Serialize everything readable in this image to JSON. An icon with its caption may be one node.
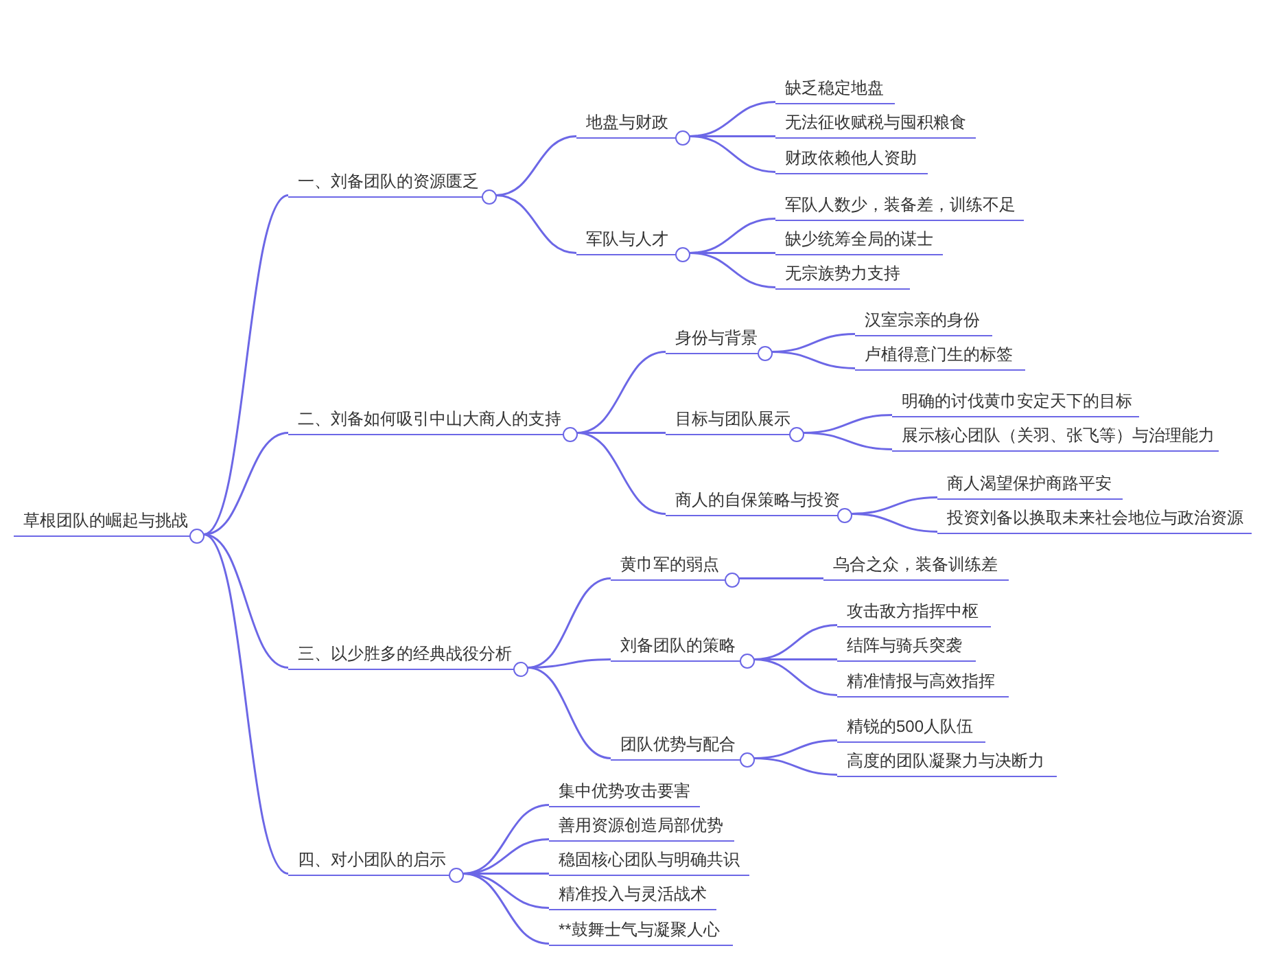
{
  "diagram": {
    "nodes": [
      {
        "text": [
          "草根团队的崛起与挑战"
        ]
      },
      {
        "text": [
          "一、刘备团队的资源匮乏"
        ]
      },
      {
        "text": [
          "地盘与财政"
        ]
      },
      {
        "text": [
          "缺乏稳定地盘"
        ]
      },
      {
        "text": [
          "无法征收赋税与囤积粮食"
        ]
      },
      {
        "text": [
          "财政依赖他人资助"
        ]
      },
      {
        "text": [
          "军队与人才"
        ]
      },
      {
        "text": [
          "军队人数少，装备差，训练不足"
        ]
      },
      {
        "text": [
          "缺少统筹全局的谋士"
        ]
      },
      {
        "text": [
          "无宗族势力支持"
        ]
      },
      {
        "text": [
          "二、刘备如何吸引中山大商人的支持"
        ]
      },
      {
        "text": [
          "身份与背景"
        ]
      },
      {
        "text": [
          "汉室宗亲的身份"
        ]
      },
      {
        "text": [
          "卢植得意门生的标签"
        ]
      },
      {
        "text": [
          "目标与团队展示"
        ]
      },
      {
        "text": [
          "明确的讨伐黄巾安定天下的目标"
        ]
      },
      {
        "text": [
          "展示核心团队（关羽、张飞等）与治理能力"
        ]
      },
      {
        "text": [
          "商人的自保策略与投资"
        ]
      },
      {
        "text": [
          "商人渴望保护商路平安"
        ]
      },
      {
        "text": [
          "投资刘备以换取未来社会地位与政治资源"
        ]
      },
      {
        "text": [
          "三、以少胜多的经典战役分析"
        ]
      },
      {
        "text": [
          "黄巾军的弱点"
        ]
      },
      {
        "text": [
          "乌合之众，装备训练差"
        ]
      },
      {
        "text": [
          "刘备团队的策略"
        ]
      },
      {
        "text": [
          "攻击敌方指挥中枢"
        ]
      },
      {
        "text": [
          "结阵与骑兵突袭"
        ]
      },
      {
        "text": [
          "精准情报与高效指挥"
        ]
      },
      {
        "text": [
          "团队优势与配合"
        ]
      },
      {
        "text": [
          "精锐的500人队伍"
        ]
      },
      {
        "text": [
          "高度的团队凝聚力与决断力"
        ]
      },
      {
        "text": [
          "四、对小团队的启示"
        ]
      },
      {
        "text": [
          "集中优势攻击要害"
        ]
      },
      {
        "text": [
          "善用资源创造局部优势"
        ]
      },
      {
        "text": [
          "稳固核心团队与明确共识"
        ]
      },
      {
        "text": [
          "精准投入与灵活战术"
        ]
      },
      {
        "text": [
          "**鼓舞士气与凝聚人心"
        ]
      }
    ],
    "edges": [
      {
        "from": 0,
        "to": 1,
        "arrow": "none"
      },
      {
        "from": 1,
        "to": 2,
        "arrow": "none"
      },
      {
        "from": 2,
        "to": 3,
        "arrow": "none"
      },
      {
        "from": 2,
        "to": 4,
        "arrow": "none"
      },
      {
        "from": 2,
        "to": 5,
        "arrow": "none"
      },
      {
        "from": 1,
        "to": 6,
        "arrow": "none"
      },
      {
        "from": 6,
        "to": 7,
        "arrow": "none"
      },
      {
        "from": 6,
        "to": 8,
        "arrow": "none"
      },
      {
        "from": 6,
        "to": 9,
        "arrow": "none"
      },
      {
        "from": 0,
        "to": 10,
        "arrow": "none"
      },
      {
        "from": 10,
        "to": 11,
        "arrow": "none"
      },
      {
        "from": 11,
        "to": 12,
        "arrow": "none"
      },
      {
        "from": 11,
        "to": 13,
        "arrow": "none"
      },
      {
        "from": 10,
        "to": 14,
        "arrow": "none"
      },
      {
        "from": 14,
        "to": 15,
        "arrow": "none"
      },
      {
        "from": 14,
        "to": 16,
        "arrow": "none"
      },
      {
        "from": 10,
        "to": 17,
        "arrow": "none"
      },
      {
        "from": 17,
        "to": 18,
        "arrow": "none"
      },
      {
        "from": 17,
        "to": 19,
        "arrow": "none"
      },
      {
        "from": 0,
        "to": 20,
        "arrow": "none"
      },
      {
        "from": 20,
        "to": 21,
        "arrow": "none"
      },
      {
        "from": 21,
        "to": 22,
        "arrow": "none"
      },
      {
        "from": 20,
        "to": 23,
        "arrow": "none"
      },
      {
        "from": 23,
        "to": 24,
        "arrow": "none"
      },
      {
        "from": 23,
        "to": 25,
        "arrow": "none"
      },
      {
        "from": 23,
        "to": 26,
        "arrow": "none"
      },
      {
        "from": 20,
        "to": 27,
        "arrow": "none"
      },
      {
        "from": 27,
        "to": 28,
        "arrow": "none"
      },
      {
        "from": 27,
        "to": 29,
        "arrow": "none"
      },
      {
        "from": 0,
        "to": 30,
        "arrow": "none"
      },
      {
        "from": 30,
        "to": 31,
        "arrow": "none"
      },
      {
        "from": 30,
        "to": 32,
        "arrow": "none"
      },
      {
        "from": 30,
        "to": 33,
        "arrow": "none"
      },
      {
        "from": 30,
        "to": 34,
        "arrow": "none"
      },
      {
        "from": 30,
        "to": 35,
        "arrow": "none"
      }
    ]
  }
}
